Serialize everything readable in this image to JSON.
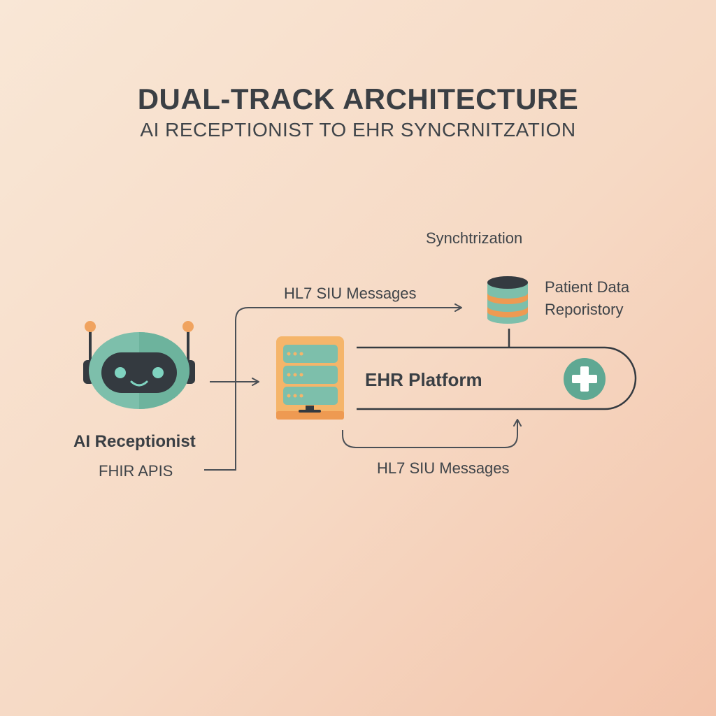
{
  "header": {
    "title": "DUAL-TRACK ARCHITECTURE",
    "subtitle": "AI RECEPTIONIST TO EHR SYNCRNITZATION"
  },
  "labels": {
    "sync": "Synchtrization",
    "hl7_top": "HL7 SIU Messages",
    "hl7_bottom": "HL7 SIU Messages",
    "repo_line1": "Patient Data",
    "repo_line2": "Reporistory",
    "ehr": "EHR Platform",
    "receptionist": "AI Receptionist",
    "fhir": "FHIR APIS"
  },
  "icons": {
    "robot": "robot-icon",
    "server": "server-rack-icon",
    "database": "database-icon",
    "medical": "medical-cross-icon"
  },
  "colors": {
    "teal": "#7dbfab",
    "teal_dark": "#5fa893",
    "orange": "#f5b56a",
    "orange_dark": "#e89548",
    "dark": "#343a40",
    "line": "#4a4f55"
  }
}
